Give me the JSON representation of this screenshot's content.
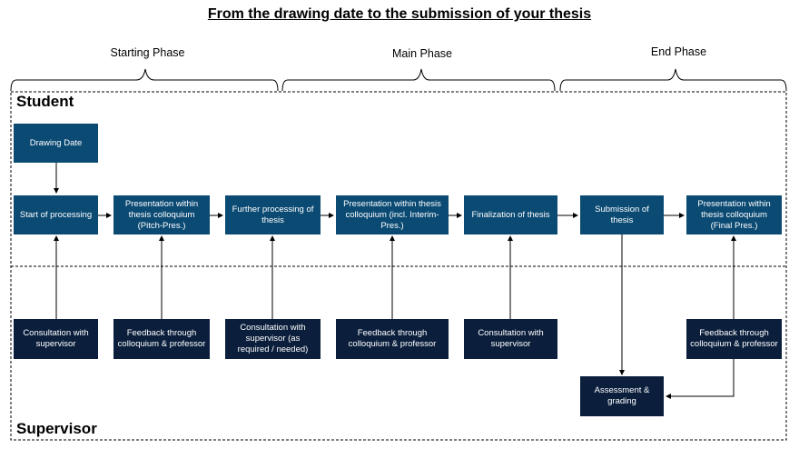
{
  "title": "From the drawing date to the submission of your thesis",
  "phases": {
    "starting": "Starting Phase",
    "main": "Main Phase",
    "end": "End Phase"
  },
  "lanes": {
    "student": "Student",
    "supervisor": "Supervisor"
  },
  "student_steps": {
    "drawing_date": "Drawing Date",
    "start": "Start of processing",
    "pitch": "Presentation within thesis colloquium (Pitch-Pres.)",
    "further": "Further processing of thesis",
    "interim": "Presentation within thesis colloquium (incl. Interim-Pres.)",
    "finalization": "Finalization of thesis",
    "submission": "Submission of thesis",
    "final": "Presentation within thesis colloquium (Final Pres.)"
  },
  "supervisor_steps": {
    "consult1": "Consultation with supervisor",
    "feedback1": "Feedback through colloquium & professor",
    "consult2": "Consultation with supervisor (as required / needed)",
    "feedback2": "Feedback through colloquium & professor",
    "consult3": "Consultation with supervisor",
    "feedback3": "Feedback through colloquium & professor",
    "assessment": "Assessment & grading"
  },
  "colors": {
    "student_box": "#0b4a73",
    "supervisor_box": "#0b1f3d"
  }
}
